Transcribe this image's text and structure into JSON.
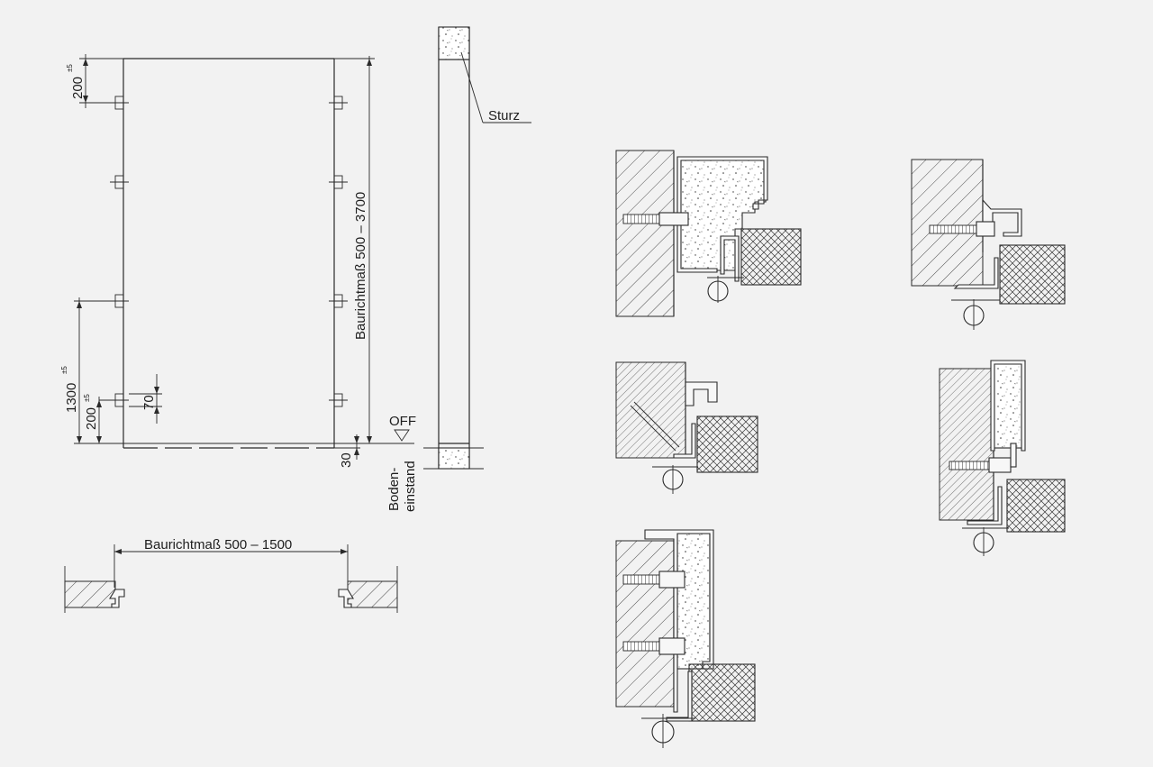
{
  "elevation": {
    "lintel_label": "Sturz",
    "height_label": "Baurichtmaß 500 – 3700",
    "top_hinge_offset": {
      "value": "200",
      "tolerance": "±5"
    },
    "lock_height": {
      "value": "1300",
      "tolerance": "±5"
    },
    "bottom_offset": {
      "value": "200",
      "tolerance": "±5"
    },
    "lock_dim": "70",
    "floor_clearance": "30",
    "floor_clearance_label": [
      "Boden-",
      "einstand"
    ],
    "finished_floor_label": "OFF"
  },
  "plan": {
    "width_label": "Baurichtmaß 500 – 1500"
  },
  "details": [
    {
      "name": "detail-frame-concrete-filled"
    },
    {
      "name": "detail-frame-surface-mounted"
    },
    {
      "name": "detail-frame-anchor-plate"
    },
    {
      "name": "detail-frame-drywall"
    },
    {
      "name": "detail-frame-double-anchor"
    }
  ]
}
